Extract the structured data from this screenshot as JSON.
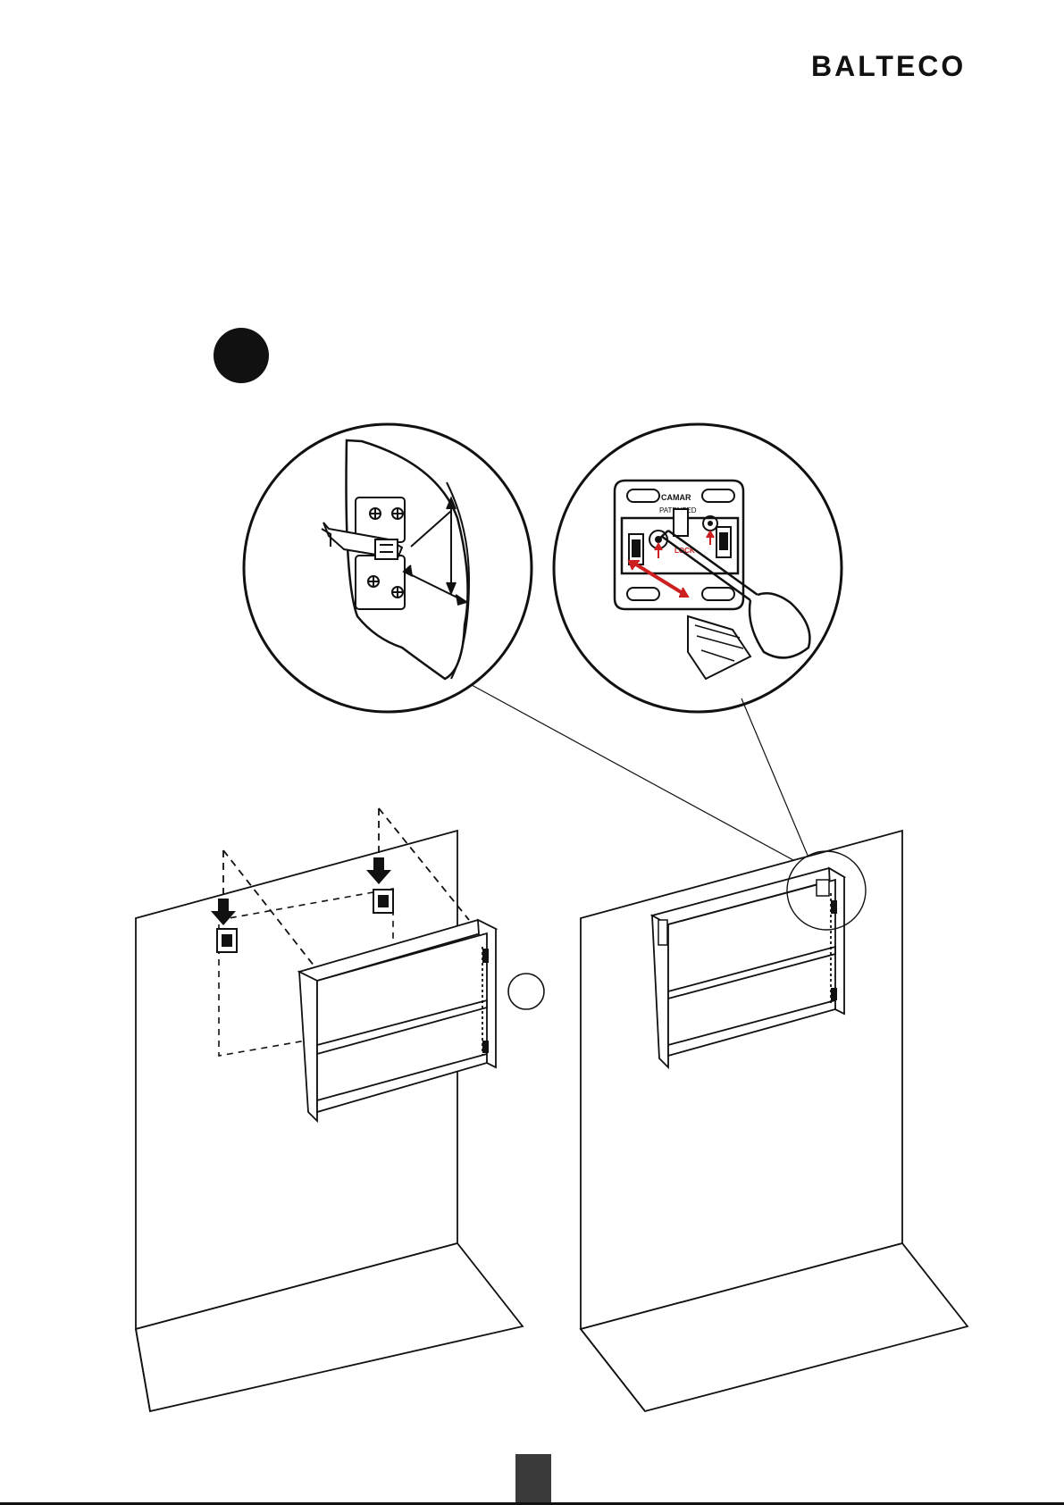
{
  "brand": {
    "logo_text": "BALTECO"
  },
  "detail_labels": {
    "bracket_brand": "CAMAR",
    "patent_text": "PATENTED",
    "lock_text": "LOCK"
  },
  "colors": {
    "ink": "#111111",
    "accent_arrow": "#cc1f1f",
    "page_tab": "#3a3a3a"
  },
  "icons": [
    "arrow-down-icon",
    "screwdriver-icon",
    "wall-bracket-icon",
    "cabinet-icon"
  ]
}
